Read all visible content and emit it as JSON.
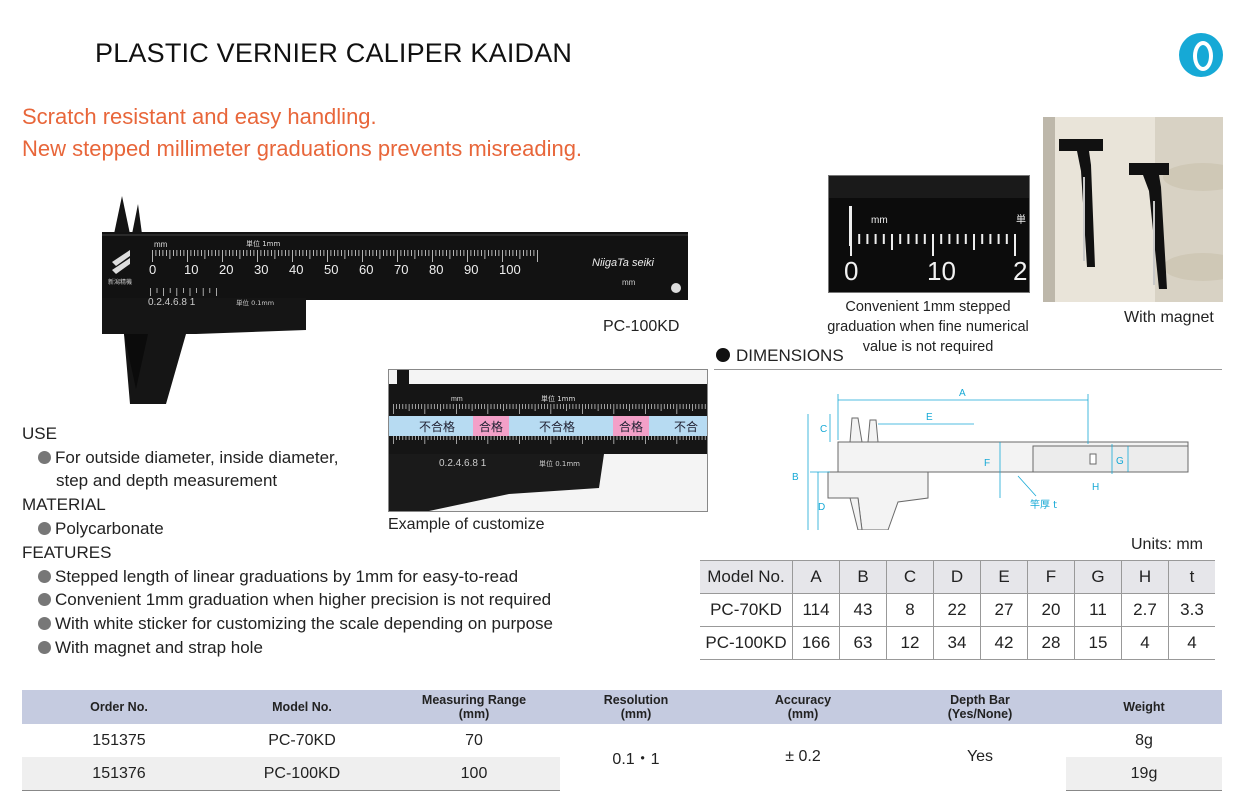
{
  "title": "PLASTIC VERNIER CALIPER KAIDAN",
  "tagline": {
    "line1": "Scratch resistant and easy handling.",
    "line2": "New stepped millimeter graduations prevents misreading."
  },
  "colors": {
    "accent_orange": "#e8663a",
    "logo_blue": "#16a9d6",
    "header_blue": "#c5cbe0"
  },
  "caliper_image": {
    "model_label": "PC-100KD",
    "brand": "NiigaTa seiki",
    "unit_mm": "mm",
    "unit_text": "単位 1mm",
    "unit_text2": "単位 0.1mm",
    "scale_numbers": [
      "0",
      "10",
      "20",
      "30",
      "40",
      "50",
      "60",
      "70",
      "80",
      "90",
      "100"
    ],
    "vernier_numbers": "0.2.4.6.8 1",
    "maker": "新潟精機"
  },
  "customize": {
    "label": "Example of customize",
    "stickers": [
      "不合格",
      "合格",
      "不合格",
      "合格",
      "不合"
    ],
    "unit_mm": "mm",
    "unit_text": "単位 1mm",
    "unit_text2": "単位 0.1mm",
    "vernier_numbers": "0.2.4.6.8 1"
  },
  "zoom": {
    "unit": "mm",
    "unit_kanji": "単",
    "numbers": [
      "0",
      "10",
      "2"
    ],
    "caption": "Convenient 1mm stepped graduation when fine numerical value is not required"
  },
  "magnet": {
    "label": "With magnet"
  },
  "dimensions": {
    "heading": "DIMENSIONS",
    "units": "Units: mm",
    "labels": {
      "A": "A",
      "B": "B",
      "C": "C",
      "D": "D",
      "E": "E",
      "F": "F",
      "G": "G",
      "H": "H",
      "t": "竿厚 t"
    },
    "table": {
      "headers": [
        "Model No.",
        "A",
        "B",
        "C",
        "D",
        "E",
        "F",
        "G",
        "H",
        "t"
      ],
      "rows": [
        [
          "PC-70KD",
          "114",
          "43",
          "8",
          "22",
          "27",
          "20",
          "11",
          "2.7",
          "3.3"
        ],
        [
          "PC-100KD",
          "166",
          "63",
          "12",
          "34",
          "42",
          "28",
          "15",
          "4",
          "4"
        ]
      ]
    }
  },
  "specs": {
    "use_heading": "USE",
    "use_line1": "For outside diameter, inside diameter,",
    "use_line2": "step and depth measurement",
    "material_heading": "MATERIAL",
    "material": "Polycarbonate",
    "features_heading": "FEATURES",
    "features": [
      "Stepped length of linear graduations by 1mm for easy-to-read",
      "Convenient 1mm graduation when higher precision is not required",
      "With white sticker for customizing the scale depending on purpose",
      "With magnet and strap hole"
    ]
  },
  "order_table": {
    "headers": [
      "Order No.",
      "Model No.",
      "Measuring Range\n(mm)",
      "Resolution\n(mm)",
      "Accuracy\n(mm)",
      "Depth Bar\n(Yes/None)",
      "Weight"
    ],
    "rows": [
      {
        "order": "151375",
        "model": "PC-70KD",
        "range": "70",
        "weight": "8g"
      },
      {
        "order": "151376",
        "model": "PC-100KD",
        "range": "100",
        "weight": "19g"
      }
    ],
    "resolution": "0.1・1",
    "accuracy": "± 0.2",
    "depth_bar": "Yes"
  }
}
